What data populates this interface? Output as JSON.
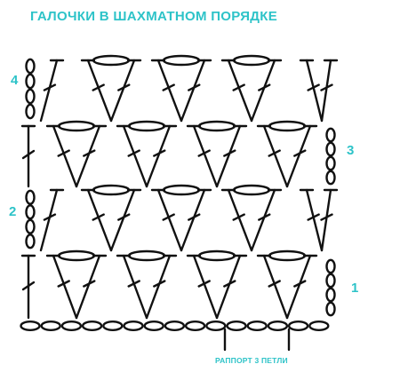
{
  "title": "ГАЛОЧКИ В ШАХМАТНОМ ПОРЯДКЕ",
  "row_labels": {
    "row1": "1",
    "row2": "2",
    "row3": "3",
    "row4": "4"
  },
  "repeat_label": "РАППОРТ 3 ПЕТЛИ",
  "colors": {
    "accent": "#2dc3c8",
    "ink": "#111111"
  }
}
